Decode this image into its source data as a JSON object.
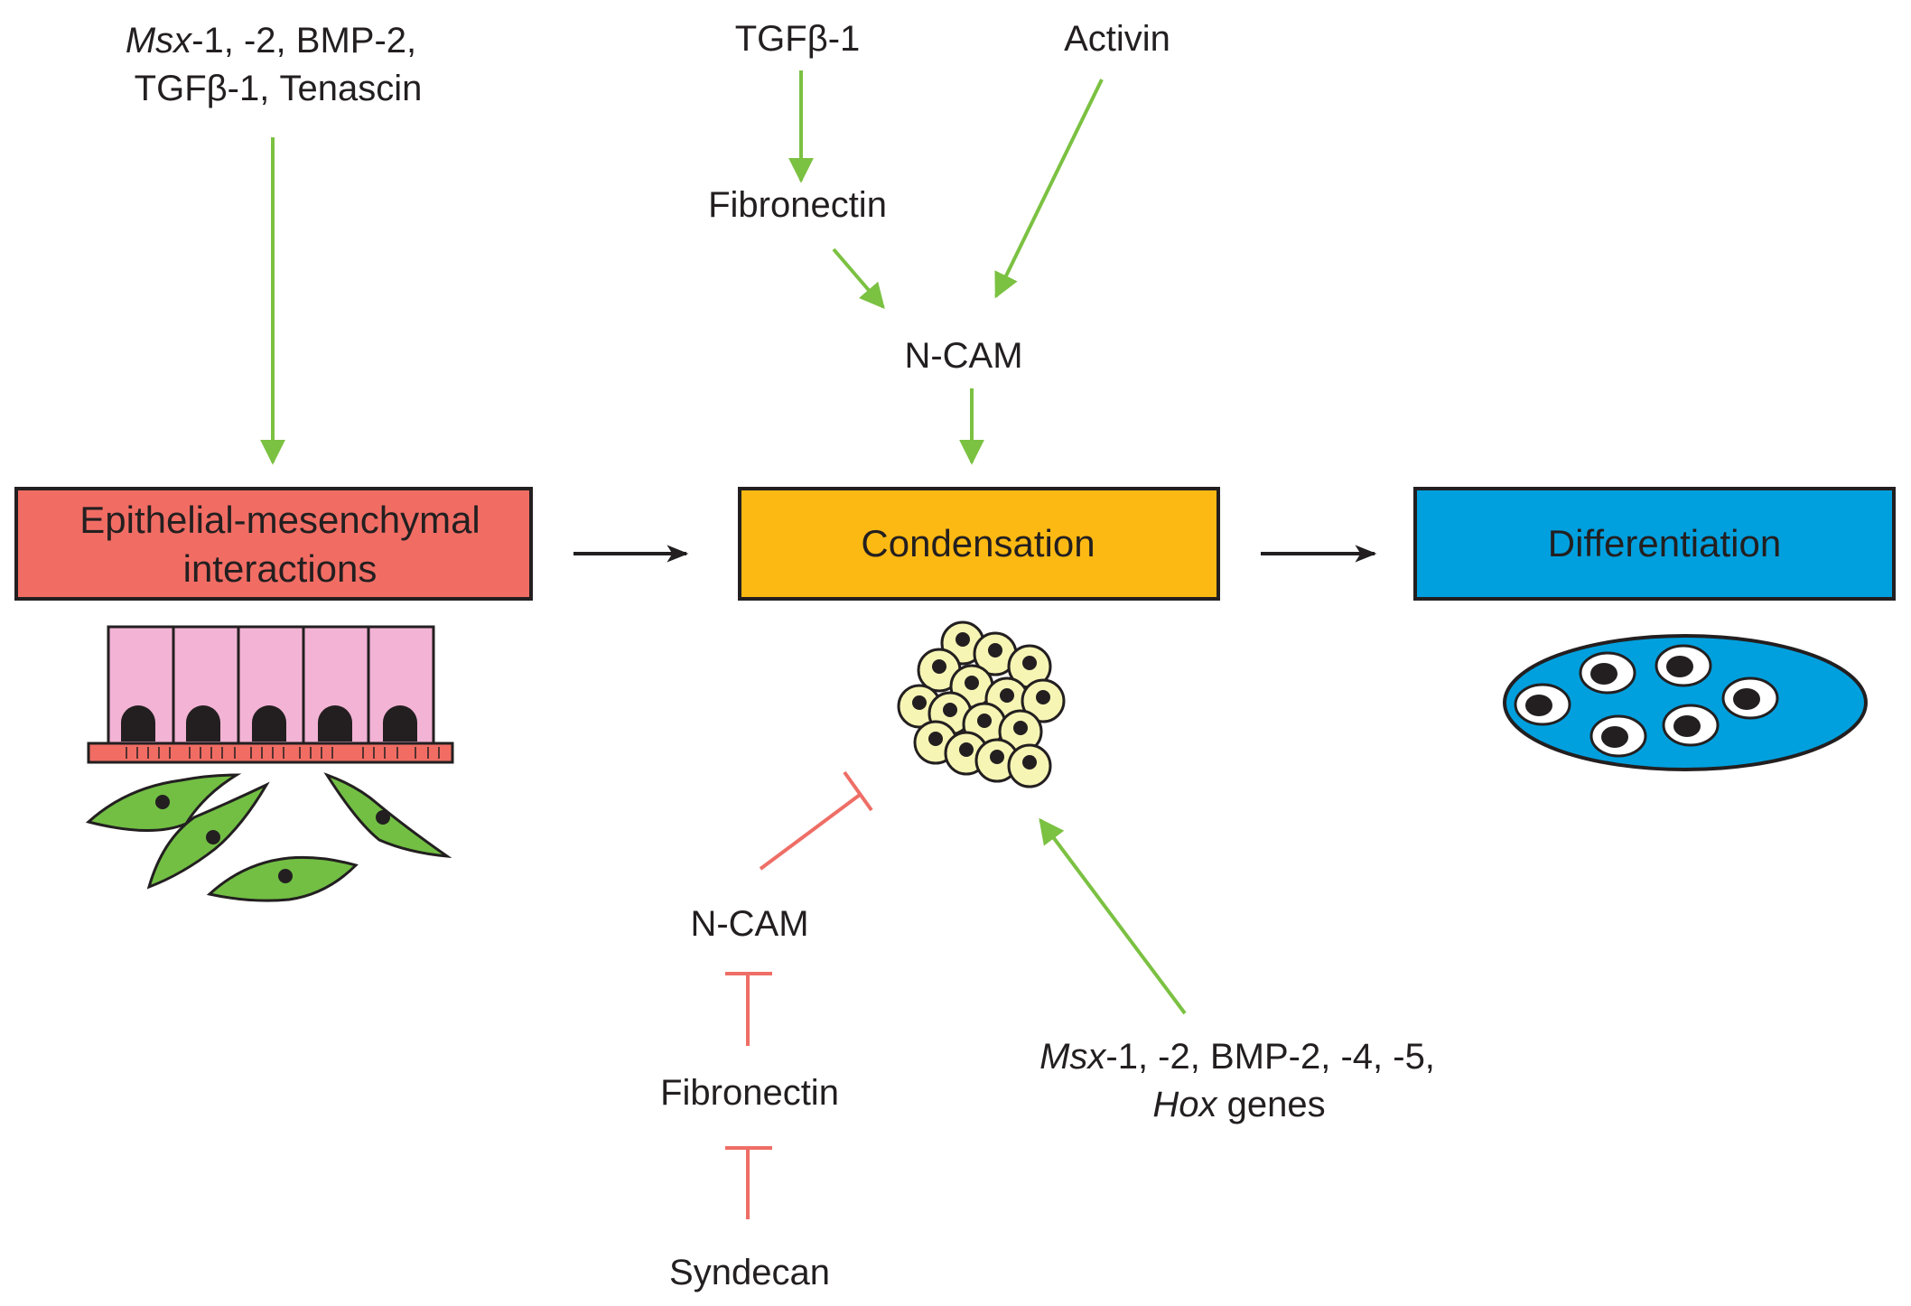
{
  "top_left": {
    "line1_italic": "Msx",
    "line1_rest": "-1, -2, BMP-2,",
    "line2": "TGFβ-1, Tenascin"
  },
  "top_center": {
    "tgfb": "TGFβ-1",
    "fibronectin": "Fibronectin",
    "activin": "Activin",
    "ncam": "N-CAM"
  },
  "boxes": {
    "emi_line1": "Epithelial-mesenchymal",
    "emi_line2": "interactions",
    "condensation": "Condensation",
    "differentiation": "Differentiation"
  },
  "bottom_left": {
    "ncam": "N-CAM",
    "fibronectin": "Fibronectin",
    "syndecan": "Syndecan"
  },
  "bottom_right": {
    "line1_italic": "Msx",
    "line1_rest": "-1, -2, BMP-2, -4, -5,",
    "line2_italic": "Hox",
    "line2_rest": " genes"
  },
  "colors": {
    "activation": "#7bc142",
    "inhibition": "#ee6e66",
    "emi_box": "#f16d64",
    "condensation_box": "#fdb913",
    "differentiation_box": "#00a0de"
  }
}
